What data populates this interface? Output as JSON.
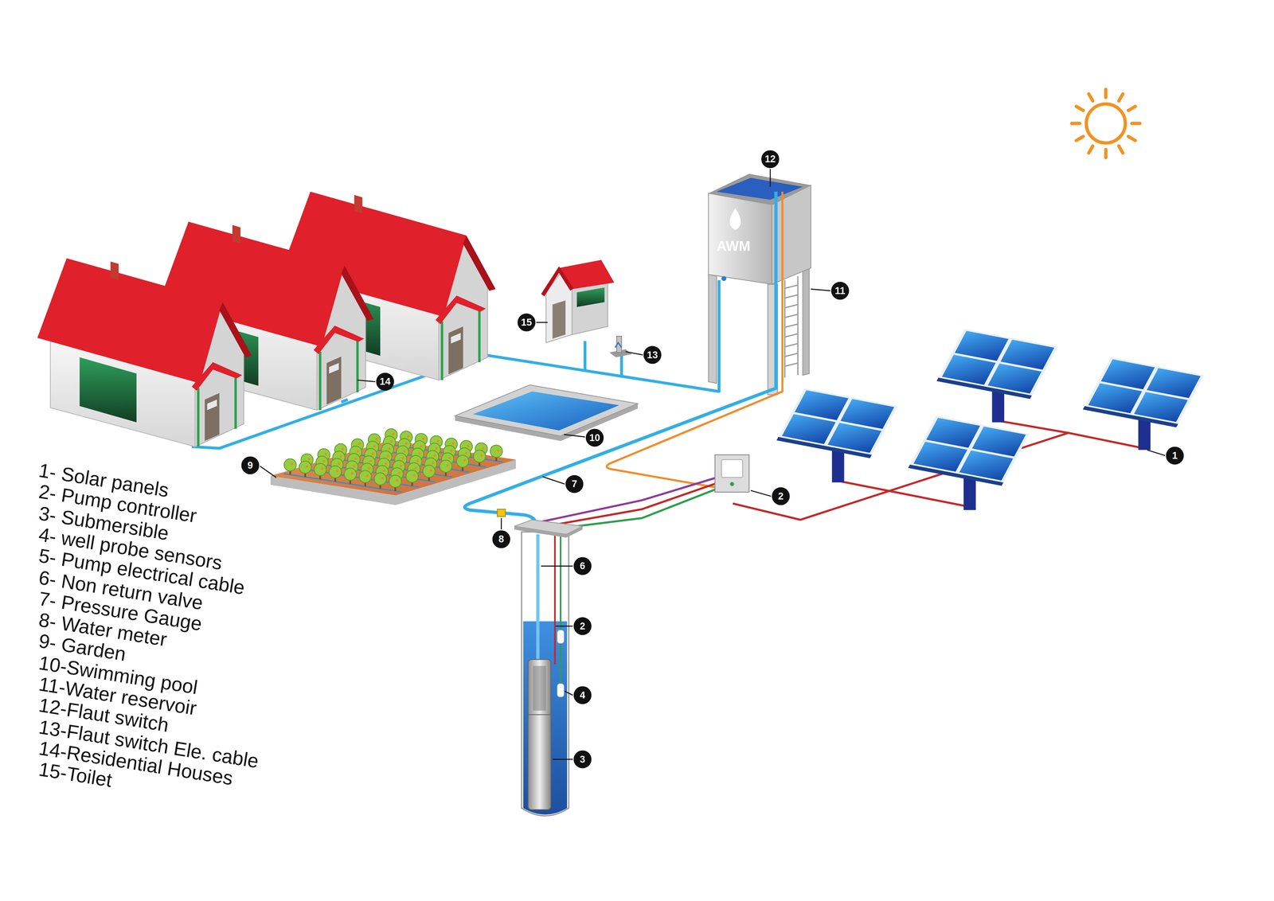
{
  "diagram": {
    "labels": [
      "1- Solar panels",
      "2- Pump controller",
      "3- Submersible",
      "4- well probe sensors",
      "5- Pump electrical cable",
      "6- Non return valve",
      "7- Pressure Gauge",
      "8- Water meter",
      "9- Garden",
      "10-Swimming pool",
      "11-Water reservoir",
      "12-Flaut switch",
      "13-Flaut switch Ele. cable",
      "14-Residential Houses",
      "15-Toilet",
      "12",
      "11",
      "15",
      "13",
      "14",
      "1",
      "10",
      "9",
      "7",
      "2",
      "8",
      "6",
      "2",
      "4",
      "3",
      "AWM"
    ]
  }
}
